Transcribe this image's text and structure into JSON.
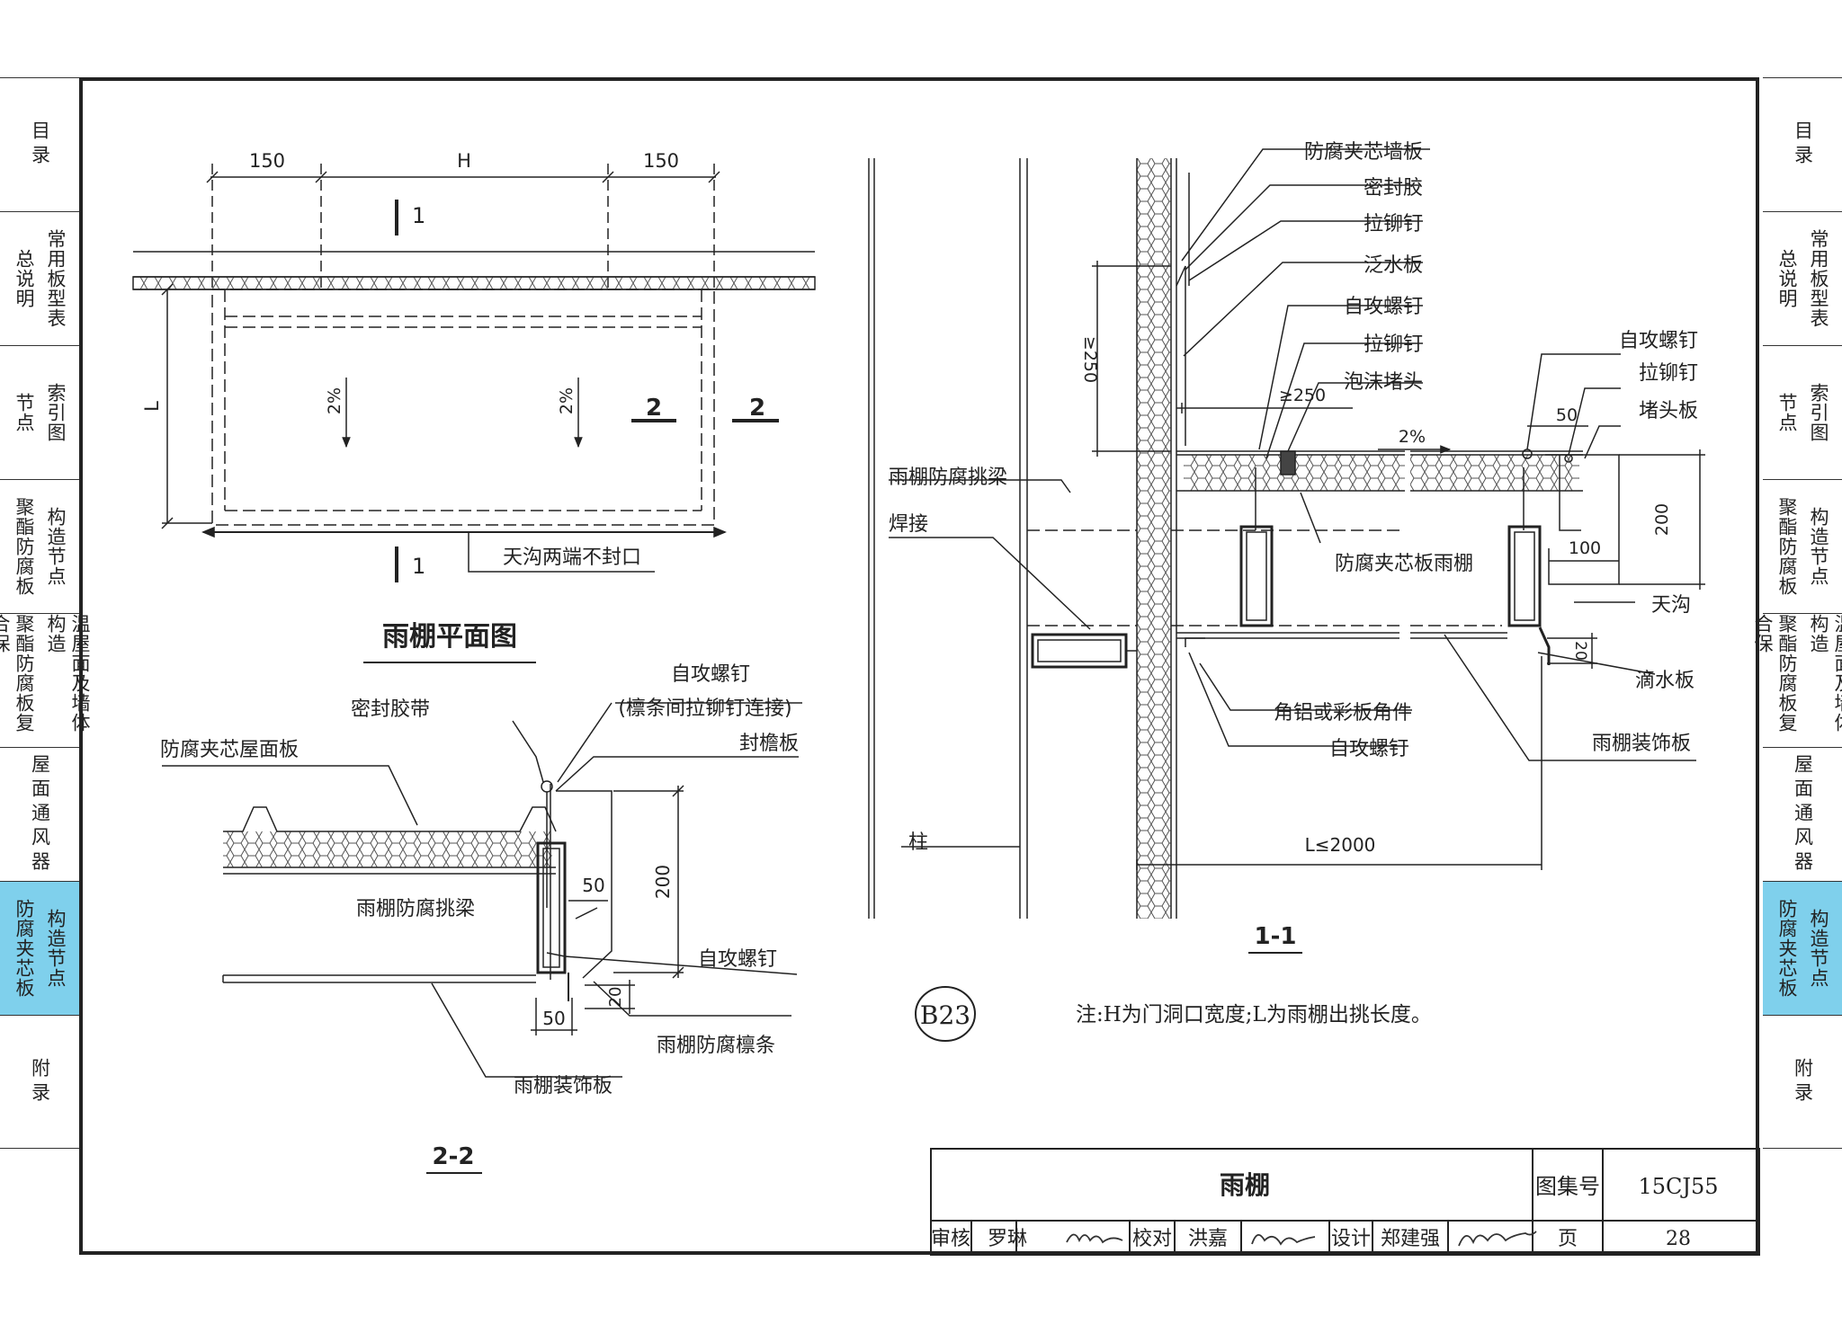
{
  "nav": {
    "left": [
      {
        "lines": [
          "目录"
        ]
      },
      {
        "lines": [
          "总说明",
          "常用板型表"
        ]
      },
      {
        "lines": [
          "节点",
          "索引图"
        ]
      },
      {
        "lines": [
          "聚酯防腐板",
          "构造节点"
        ]
      },
      {
        "lines": [
          "聚酯防腐板复合保",
          "温屋面及墙体构造"
        ]
      },
      {
        "lines": [
          "屋面通风器"
        ]
      },
      {
        "lines": [
          "防腐夹芯板",
          "构造节点"
        ],
        "active": true
      },
      {
        "lines": [
          "附录"
        ]
      }
    ],
    "right": [
      {
        "lines": [
          "目录"
        ]
      },
      {
        "lines": [
          "总说明",
          "常用板型表"
        ]
      },
      {
        "lines": [
          "节点",
          "索引图"
        ]
      },
      {
        "lines": [
          "聚酯防腐板",
          "构造节点"
        ]
      },
      {
        "lines": [
          "聚酯防腐板复合保",
          "温屋面及墙体构造"
        ]
      },
      {
        "lines": [
          "屋面通风器"
        ]
      },
      {
        "lines": [
          "防腐夹芯板",
          "构造节点"
        ],
        "active": true
      },
      {
        "lines": [
          "附录"
        ]
      }
    ]
  },
  "plan": {
    "title": "雨棚平面图",
    "dims": {
      "left": "150",
      "middle": "H",
      "right": "150",
      "depth": "L"
    },
    "section_top": "1",
    "section_bottom": "1",
    "section_left": "2",
    "section_right": "2",
    "slope1": "2%",
    "slope2": "2%",
    "note": "天沟两端不封口"
  },
  "section22": {
    "title": "2-2",
    "labels": {
      "tape": "密封胶带",
      "roof_panel": "防腐夹芯屋面板",
      "screw": "自攻螺钉",
      "screw_note": "(檩条间拉铆钉连接)",
      "fascia": "封檐板",
      "beam": "雨棚防腐挑梁",
      "screw2": "自攻螺钉",
      "purlin": "雨棚防腐檩条",
      "deco": "雨棚装饰板"
    },
    "dims": {
      "h200": "200",
      "w50a": "50",
      "h20": "20",
      "w50b": "50"
    }
  },
  "section11": {
    "title": "1-1",
    "labels": {
      "wall_panel": "防腐夹芯墙板",
      "sealant": "密封胶",
      "rivet1": "拉铆钉",
      "flashing": "泛水板",
      "screw1": "自攻螺钉",
      "rivet2": "拉铆钉",
      "foam": "泡沫堵头",
      "screw_r": "自攻螺钉",
      "rivet_r": "拉铆钉",
      "endplate": "堵头板",
      "beam": "雨棚防腐挑梁",
      "weld": "焊接",
      "canopy": "防腐夹芯板雨棚",
      "gutter": "天沟",
      "drip": "滴水板",
      "angle": "角铝或彩板角件",
      "screw2": "自攻螺钉",
      "deco": "雨棚装饰板",
      "column": "柱"
    },
    "dims": {
      "v250": "≥250",
      "h250": "≥250",
      "slope": "2%",
      "w50": "50",
      "h200": "200",
      "w100": "100",
      "h20": "20",
      "L": "L≤2000"
    }
  },
  "index_mark": "B23",
  "note": "注:H为门洞口宽度;L为雨棚出挑长度。",
  "title_block": {
    "name": "雨棚",
    "atlas_label": "图集号",
    "atlas_no": "15CJ55",
    "review_label": "审核",
    "reviewer": "罗琳",
    "check_label": "校对",
    "checker": "洪嘉",
    "design_label": "设计",
    "designer": "郑建强",
    "page_label": "页",
    "page_no": "28"
  }
}
